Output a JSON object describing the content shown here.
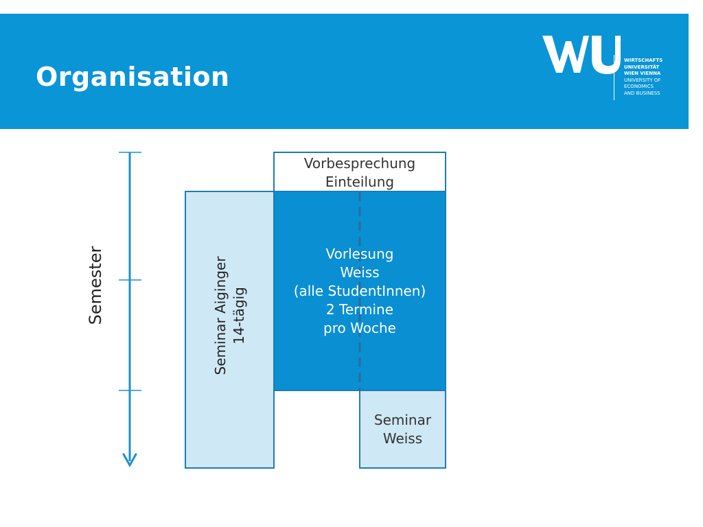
{
  "slide": {
    "title": "Organisation"
  },
  "logo": {
    "mark": "WU",
    "lines": [
      "WIRTSCHAFTS",
      "UNIVERSITÄT",
      "WIEN VIENNA",
      "UNIVERSITY OF",
      "ECONOMICS",
      "AND BUSINESS"
    ]
  },
  "timeline": {
    "label": "Semester"
  },
  "boxes": {
    "vorbesprechung": [
      "Vorbesprechung",
      "Einteilung"
    ],
    "seminar_aiginger": [
      "Seminar Aiginger",
      "14-tägig"
    ],
    "vorlesung": [
      "Vorlesung",
      "Weiss",
      "(alle StudentInnen)",
      "2 Termine",
      "pro Woche"
    ],
    "seminar_weiss": [
      "Seminar",
      "Weiss"
    ]
  },
  "colors": {
    "header_blue": "#0a95d6",
    "box_border": "#1d7bb8",
    "light_fill": "#cfe8f5",
    "dark_fill": "#0a8fd2",
    "arrow": "#1d8fd0"
  }
}
